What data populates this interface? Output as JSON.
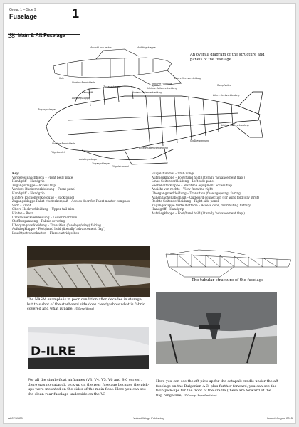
{
  "header": {
    "group": "Group 1 – Side 9",
    "title": "Fuselage",
    "group_number": "1",
    "page_number": "28",
    "section": "Main & Aft Fuselage"
  },
  "diagram": {
    "caption": "An overall diagram of the structure and panels of the fuselage",
    "labels": [
      "Ansicht von rechts",
      "Aufstiegsklappe",
      "Kufe",
      "Obere Heckverkleidung",
      "Vordere Bauchblech",
      "Zugangsklappe",
      "Hinterer Flughülle",
      "Handgriff",
      "Rumpfspitze",
      "Aufstiegsklappe",
      "Vordere Seitenverkleidung",
      "Hintere Seitenverkleidung",
      "Zugangsklappe",
      "Obere Heckverkleidung",
      "Untere Heckverkleidung",
      "Stoßbespannung",
      "Vordere Bauchblech",
      "Flügelbeutel",
      "Untere Seitenverkleidung",
      "Flügelstummel",
      "Aufstiegsklappe",
      "Zugangsklappe"
    ]
  },
  "key": {
    "title": "Key",
    "col1": [
      "Vorderes Bauchblech – Front belly plate",
      "Handgriff – Handgrip",
      "Zugangsklappe – Access flap",
      "Vordere Rückenverkleidung – Front panel",
      "Handgriff – Handgrip",
      "Hintere Rückenverkleidung – Back panel",
      "Zugangsklappe Fahrt-Mutterkompaß – Access door for Fahrt master compass",
      "Vorn – Front",
      "Obere Heckverkleidung – Upper tail trim",
      "Hinten – Rear",
      "Untere Heckverkleidung – Lower rear trim",
      "Stoffbespannung – Fabric covering",
      "Übergangsverkleidung – Transition (fuselage/wing) fairing",
      "Aufstiegklappe – Foot/hand hold (literally 'advancement flap')",
      "Leuchtpatronenkasten – Flare cartridge box"
    ],
    "col2": [
      "Flügelstummel – Stub wings",
      "Aufstiegklappe – Foot/hand hold (literally 'advancement flap')",
      "Linke Seitenverkleidung – Left side panel",
      "Seebehälterklappe – Maritime equipment access flap",
      "Ansicht von rechts – View from the right",
      "Übergangsverkleidung – Transition (fuselage/wing) fairing",
      "Außenflachenabschluß – Outboard connection (for wing fold jury strut)",
      "Rechte Seitenverkleidung – Right side panel",
      "Zugangsklappe Verteilbatterie – Access door, distributing battery",
      "Handgriff – Handgrip",
      "Aufstiegklappe – Foot/hand hold (literally 'advancement flap')"
    ]
  },
  "tubular": {
    "caption": "The tubular structure of the fuselage"
  },
  "photos": {
    "nasm_caption": "The NASM example is in poor condition after decades in storage, but this shot of the starboard side does clearly show what is fabric covered and what is panel",
    "nasm_credit": "(©Gene Wong)",
    "registration": "D-ILRE",
    "float_caption": "For all the single-float airframes (V3, V4, V5, V6 and B-0 series), there was no catapult pick-up on the rear fuselage because the pick-ups were mounted on the sides of the main float. Here you can see the clean rear fuselage underside on the V3",
    "aft_caption": "Here you can see the aft pick-up for the catapult cradle under the aft fuselage on the Bulgarian A-3, plus further forward, you can see the twin pick-ups for the front of the cradle (these are forward of the flap hinge line)",
    "aft_credit": "(©George Papadimitriou)"
  },
  "footer": {
    "left": "AA07/11/28",
    "middle": "Valiant Wings Publishing",
    "right": "Issued: August 2015"
  }
}
